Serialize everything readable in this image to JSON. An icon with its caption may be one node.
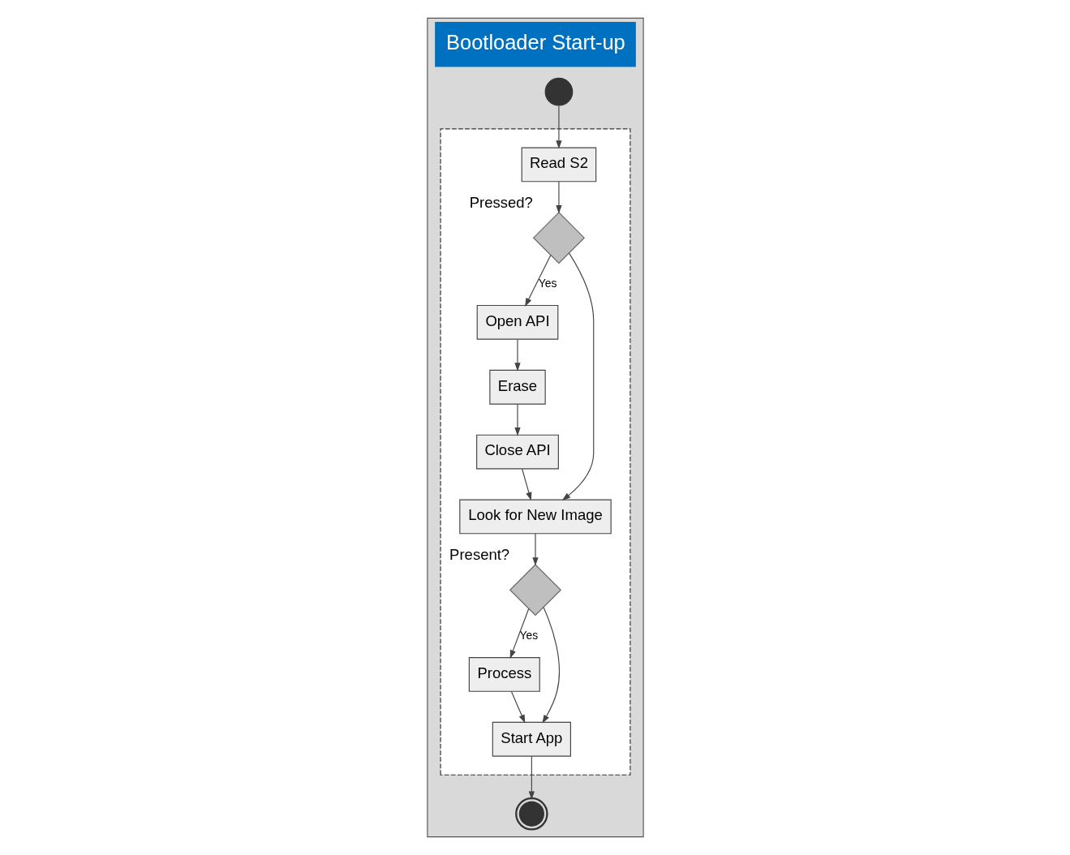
{
  "diagram": {
    "nodes": [
      {
        "text": [
          "Bootloader Start-up"
        ]
      },
      {
        "text": [],
        "shape": "box",
        "in": 0
      },
      {
        "text": [],
        "shape": "circle",
        "in": 0
      },
      {
        "text": [
          "Read S2"
        ],
        "in": 1
      },
      {
        "text": [],
        "shape": "diamond",
        "in": 1,
        "beside": [
          "Pressed?"
        ]
      },
      {
        "text": [
          "Open API"
        ],
        "in": 1
      },
      {
        "text": [
          "Erase"
        ],
        "in": 1
      },
      {
        "text": [
          "Close API"
        ],
        "in": 1
      },
      {
        "text": [
          "Look for New Image"
        ],
        "in": 1
      },
      {
        "text": [],
        "shape": "diamond",
        "in": 1,
        "beside": [
          "Present?"
        ]
      },
      {
        "text": [
          "Process"
        ],
        "in": 1
      },
      {
        "text": [
          "Start App"
        ],
        "in": 1
      },
      {
        "text": [],
        "shape": "circle",
        "in": 0
      }
    ],
    "edges": [
      {
        "from": 2,
        "to": 3,
        "arrow": "to"
      },
      {
        "from": 3,
        "to": 4,
        "arrow": "to"
      },
      {
        "from": 4,
        "to": 5,
        "arrow": "to",
        "label": "Yes"
      },
      {
        "from": 5,
        "to": 6,
        "arrow": "to"
      },
      {
        "from": 6,
        "to": 7,
        "arrow": "to"
      },
      {
        "from": 7,
        "to": 8,
        "arrow": "to"
      },
      {
        "from": 4,
        "to": 8,
        "arrow": "to"
      },
      {
        "from": 8,
        "to": 9,
        "arrow": "to"
      },
      {
        "from": 9,
        "to": 10,
        "arrow": "to",
        "label": "Yes"
      },
      {
        "from": 9,
        "to": 11,
        "arrow": "to"
      },
      {
        "from": 10,
        "to": 11,
        "arrow": "to"
      },
      {
        "from": 11,
        "to": 12,
        "arrow": "to"
      }
    ]
  }
}
